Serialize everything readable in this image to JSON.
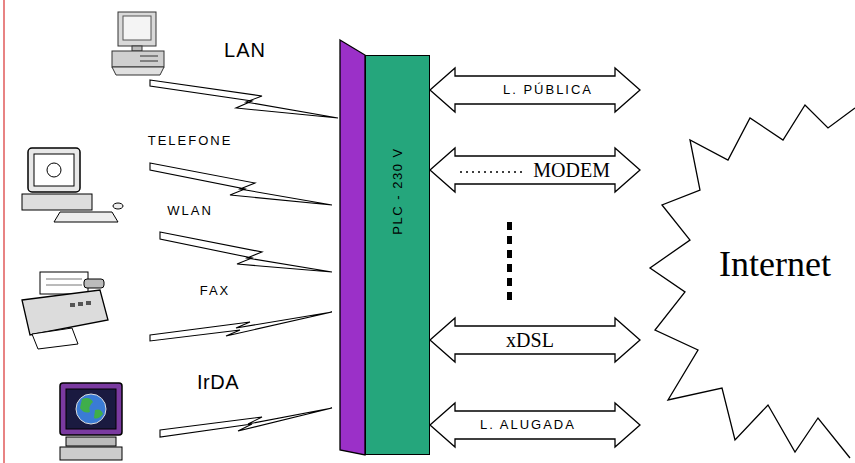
{
  "diagram": {
    "nodes": [
      {
        "text": [
          "PLC - 230 V"
        ]
      },
      {
        "text": [
          "Internet"
        ]
      }
    ],
    "edges": [
      {
        "from": 0,
        "to": 1,
        "arrow": "both",
        "label": "L. PÚBLICA"
      },
      {
        "from": 0,
        "to": 1,
        "arrow": "both",
        "label": "MODEM"
      },
      {
        "from": 0,
        "to": 1,
        "arrow": "both",
        "label": "xDSL"
      },
      {
        "from": 0,
        "to": 1,
        "arrow": "both",
        "label": "L. ALUGADA"
      }
    ],
    "labels": [
      "LAN",
      "TELEFONE",
      "WLAN",
      "FAX",
      "IrDA"
    ]
  }
}
